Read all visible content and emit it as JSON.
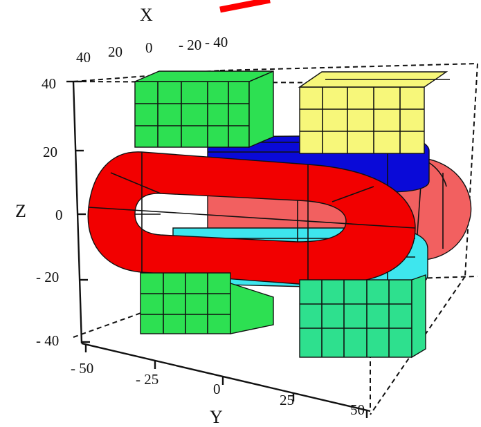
{
  "axes": {
    "x": {
      "title": "X",
      "ticks": [
        "40",
        "20",
        "0",
        "- 20",
        "- 40"
      ]
    },
    "y": {
      "title": "Y",
      "ticks": [
        "- 50",
        "- 25",
        "0",
        "25",
        "50"
      ]
    },
    "z": {
      "title": "Z",
      "ticks": [
        "40",
        "20",
        "0",
        "- 20",
        "- 40"
      ]
    }
  },
  "colors": {
    "red_coil": "#f20000",
    "red_coil_back": "#f26060",
    "blue_pole": "#0a0ad8",
    "cyan_pole": "#3ee6ee",
    "green_block": "#2de052",
    "teal_block": "#2ee08e",
    "yellow_block": "#f7f77a",
    "annotation_stroke": "#ff0000"
  },
  "parts": [
    "red-coil-front",
    "red-coil-back",
    "blue-pole-top",
    "cyan-pole-bottom",
    "green-block-top-left",
    "yellow-block-top-right",
    "green-block-bottom-left",
    "teal-block-bottom-right"
  ]
}
